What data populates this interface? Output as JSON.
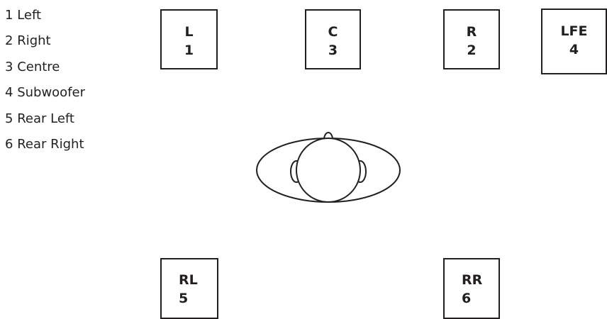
{
  "legend": [
    {
      "number": "1",
      "label": "Left"
    },
    {
      "number": "2",
      "label": "Right"
    },
    {
      "number": "3",
      "label": "Centre"
    },
    {
      "number": "4",
      "label": "Subwoofer"
    },
    {
      "number": "5",
      "label": "Rear Left"
    },
    {
      "number": "6",
      "label": "Rear Right"
    }
  ],
  "speakers": {
    "front_left": {
      "code": "L",
      "channel": "1"
    },
    "centre": {
      "code": "C",
      "channel": "3"
    },
    "front_right": {
      "code": "R",
      "channel": "2"
    },
    "subwoofer": {
      "code": "LFE",
      "channel": "4"
    },
    "rear_left": {
      "code": "RL",
      "channel": "5"
    },
    "rear_right": {
      "code": "RR",
      "channel": "6"
    }
  },
  "colors": {
    "ink": "#231f20",
    "background": "#ffffff"
  },
  "icons": {
    "listener": "listener-head-icon"
  }
}
